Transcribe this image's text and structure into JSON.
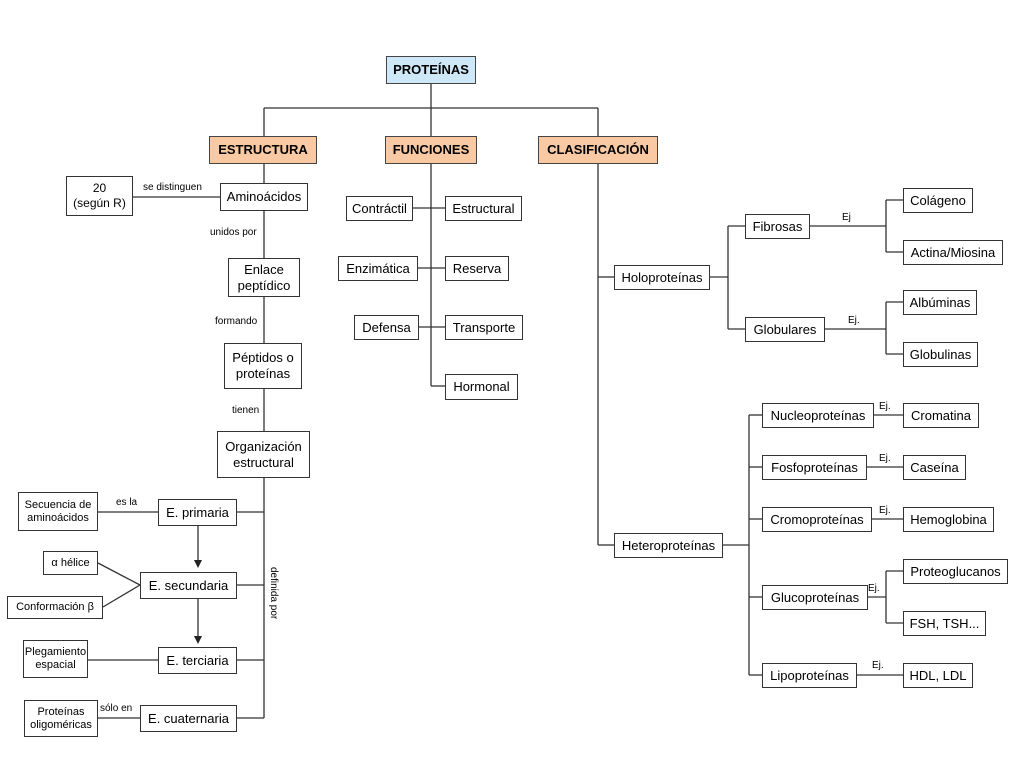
{
  "root": "PROTEÍNAS",
  "headers": {
    "estructura": "ESTRUCTURA",
    "funciones": "FUNCIONES",
    "clasificacion": "CLASIFICACIÓN"
  },
  "estructura": {
    "aminoacidos": "Aminoácidos",
    "veinte": "20\n(según R)",
    "enlace": "Enlace\npeptídico",
    "peptidos": "Péptidos o\nproteínas",
    "organizacion": "Organización\nestructural",
    "primaria": "E. primaria",
    "secundaria": "E. secundaria",
    "terciaria": "E. terciaria",
    "cuaternaria": "E. cuaternaria",
    "secuencia": "Secuencia de\naminoácidos",
    "alfa": "α hélice",
    "beta": "Conformación β",
    "plegamiento": "Plegamiento\nespacial",
    "oligomericas": "Proteínas\noligoméricas"
  },
  "estructura_labels": {
    "se_distinguen": "se distinguen",
    "unidos_por": "unidos por",
    "formando": "formando",
    "tienen": "tienen",
    "es_la": "es la",
    "solo_en": "sólo en",
    "definida_por": "definida por"
  },
  "funciones": {
    "contractil": "Contráctil",
    "enzimatica": "Enzimática",
    "defensa": "Defensa",
    "estructural": "Estructural",
    "reserva": "Reserva",
    "transporte": "Transporte",
    "hormonal": "Hormonal"
  },
  "clasificacion": {
    "holoproteinas": "Holoproteínas",
    "heteroproteinas": "Heteroproteínas",
    "fibrosas": "Fibrosas",
    "globulares": "Globulares",
    "colageno": "Colágeno",
    "actina": "Actina/Miosina",
    "albuminas": "Albúminas",
    "globulinas": "Globulinas",
    "nucleo": "Nucleoproteínas",
    "fosfo": "Fosfoproteínas",
    "cromo": "Cromoproteínas",
    "gluco": "Glucoproteínas",
    "lipo": "Lipoproteínas",
    "cromatina": "Cromatina",
    "caseina": "Caseína",
    "hemoglobina": "Hemoglobina",
    "proteoglucanos": "Proteoglucanos",
    "fsh": "FSH, TSH...",
    "hdl": "HDL, LDL"
  },
  "clasificacion_labels": {
    "ej_fibrosas": "Ej",
    "ej_globulares": "Ej.",
    "ej_nucleo": "Ej.",
    "ej_fosfo": "Ej.",
    "ej_cromo": "Ej.",
    "ej_gluco": "Ej.",
    "ej_lipo": "Ej."
  },
  "colors": {
    "header_fill": "#f9c9a3",
    "root_fill": "#cfe8f8",
    "line": "#333333"
  }
}
